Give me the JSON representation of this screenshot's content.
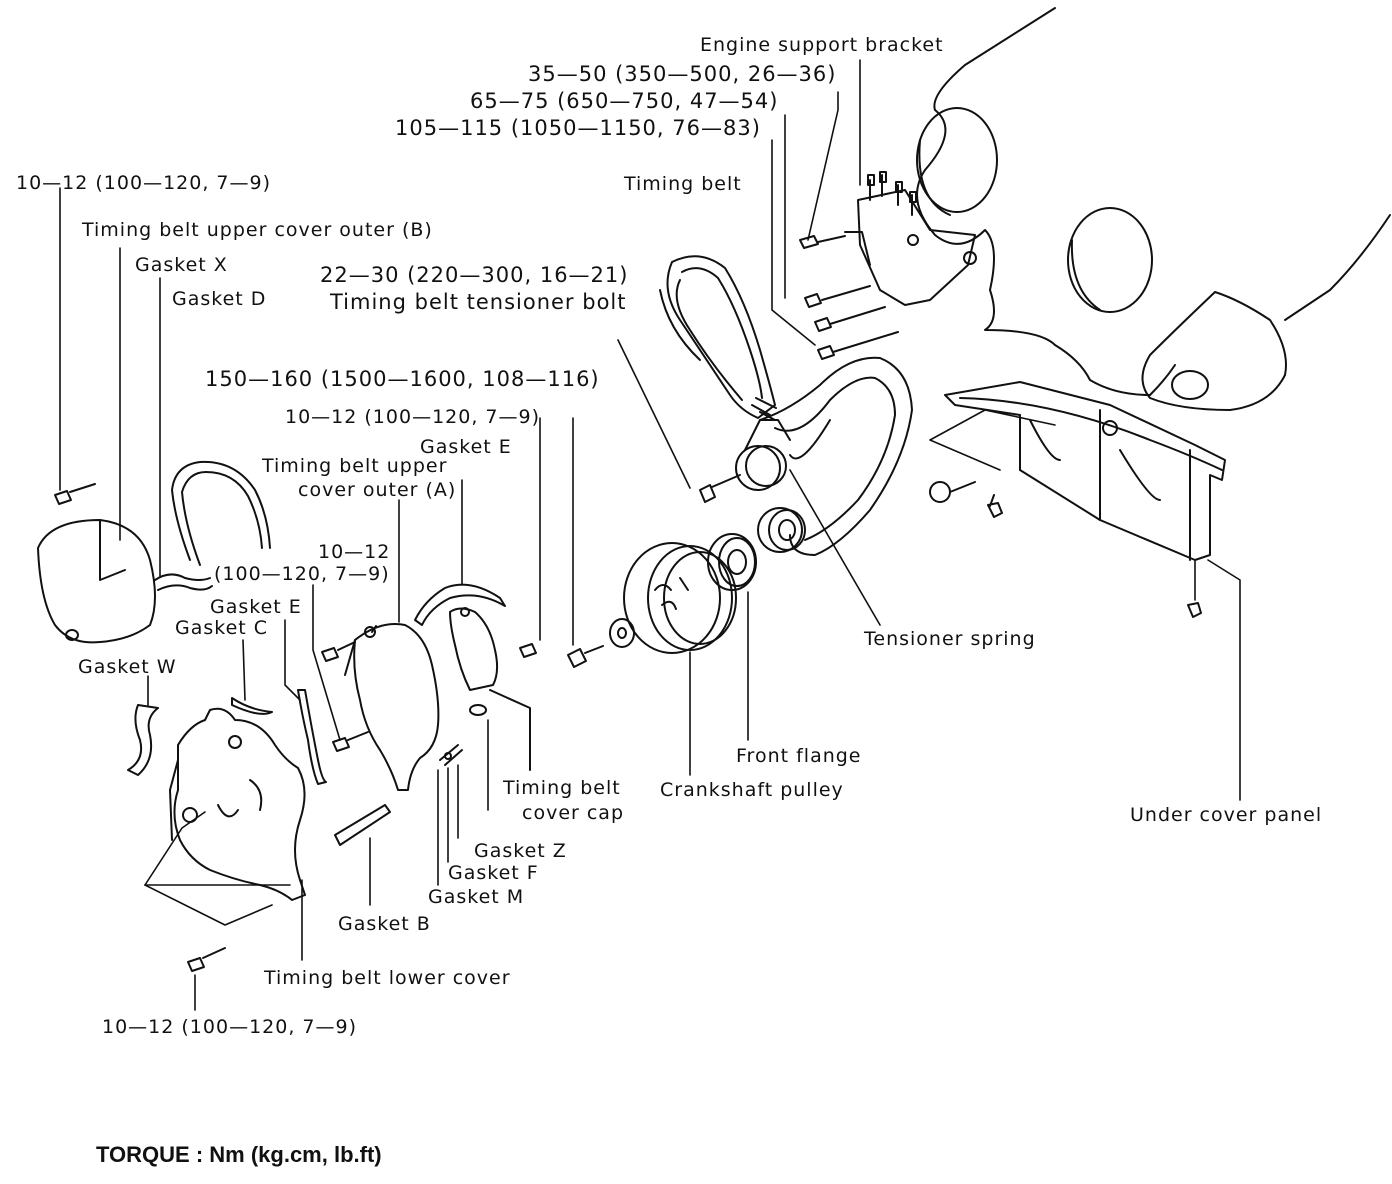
{
  "labels": {
    "engine_support_bracket": "Engine support bracket",
    "torque_35_50": "35—50 (350—500, 26—36)",
    "torque_65_75": "65—75 (650—750, 47—54)",
    "torque_105_115": "105—115 (1050—1150, 76—83)",
    "torque_10_12_top": "10—12 (100—120, 7—9)",
    "timing_belt": "Timing belt",
    "upper_cover_outer_b": "Timing belt upper cover outer (B)",
    "gasket_x": "Gasket X",
    "gasket_d": "Gasket D",
    "torque_22_30": "22—30 (220—300, 16—21)",
    "tensioner_bolt": "Timing belt tensioner bolt",
    "torque_150_160": "150—160 (1500—1600, 108—116)",
    "torque_10_12_mid": "10—12 (100—120, 7—9)",
    "gasket_e_right": "Gasket E",
    "upper_cover_outer_a_1": "Timing belt upper",
    "upper_cover_outer_a_2": "cover outer (A)",
    "torque_10_12_small_1": "10—12",
    "torque_10_12_small_2": "(100—120, 7—9)",
    "gasket_e_left": "Gasket E",
    "gasket_c": "Gasket C",
    "tensioner_spring": "Tensioner spring",
    "gasket_w": "Gasket W",
    "front_flange": "Front flange",
    "timing_belt_cover_cap_1": "Timing belt",
    "timing_belt_cover_cap_2": "cover cap",
    "crankshaft_pulley": "Crankshaft pulley",
    "under_cover_panel": "Under cover panel",
    "gasket_z": "Gasket Z",
    "gasket_f": "Gasket F",
    "gasket_m": "Gasket M",
    "gasket_b": "Gasket B",
    "lower_cover": "Timing belt lower cover",
    "torque_10_12_bottom": "10—12 (100—120, 7—9)"
  },
  "legend": "TORQUE : Nm (kg.cm, lb.ft)"
}
